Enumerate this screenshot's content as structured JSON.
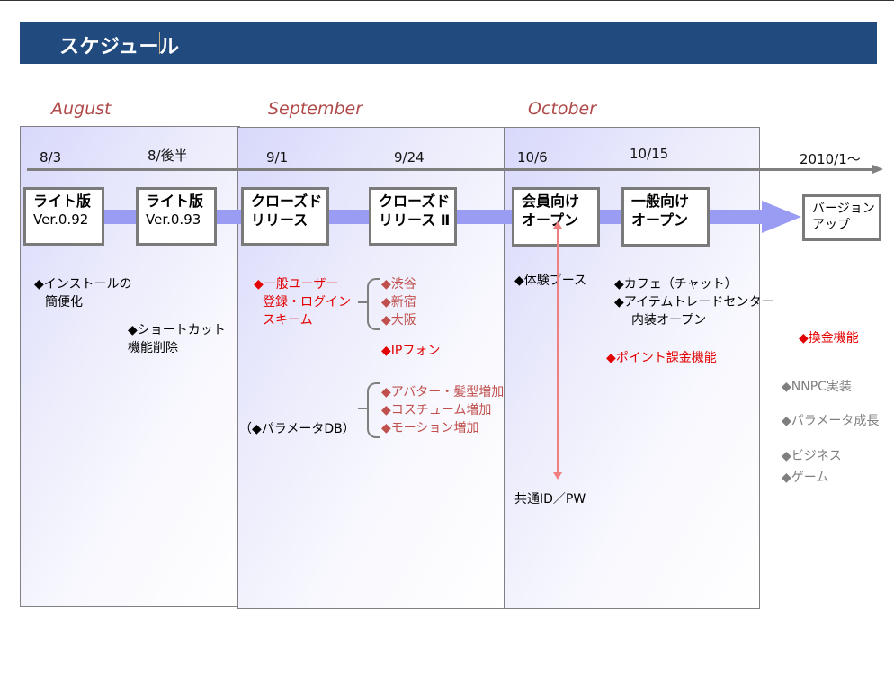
{
  "title": "スケジュール",
  "months": [
    "August",
    "September",
    "October"
  ],
  "dates": [
    "8/3",
    "8/後半",
    "9/1",
    "9/24",
    "10/6",
    "10/15",
    "2010/1〜"
  ],
  "milestones": [
    {
      "line1": "ライト版",
      "line2": "Ver.0.92"
    },
    {
      "line1": "ライト版",
      "line2": "Ver.0.93"
    },
    {
      "line1": "クローズド",
      "line2": "リリース"
    },
    {
      "line1": "クローズド",
      "line2": "リリース Ⅱ"
    },
    {
      "line1": "会員向け",
      "line2": "オープン"
    },
    {
      "line1": "一般向け",
      "line2": "オープン"
    },
    {
      "line1": "バージョン",
      "line2": "アップ"
    }
  ],
  "notes": {
    "august": [
      {
        "text": "◆インストールの",
        "cont": "簡便化"
      },
      {
        "text": "◆ショートカット",
        "cont": "機能削除"
      }
    ],
    "september": {
      "login": {
        "line1": "◆一般ユーザー",
        "line2": "登録・ログイン",
        "line3": "スキーム"
      },
      "locations": [
        "◆渋谷",
        "◆新宿",
        "◆大阪"
      ],
      "ip_phone": "◆IPフォン",
      "param_db": "（◆パラメータDB）",
      "additions": [
        "◆アバター・髪型増加",
        "◆コスチューム増加",
        "◆モーション増加"
      ]
    },
    "october": {
      "booth": "◆体験ブース",
      "cafe": "◆カフェ（チャット）",
      "trade_center": "◆アイテムトレードセンター",
      "trade_center_cont": "内装オープン",
      "point_billing": "◆ポイント課金機能",
      "common_id": "共通ID／PW"
    },
    "future": {
      "exchange": "◆換金機能",
      "items": [
        "◆NNPC実装",
        "◆パラメータ成長",
        "◆ビジネス",
        "◆ゲーム"
      ]
    }
  },
  "colors": {
    "title_bg": "#214a7e",
    "month_text": "#b04a4a",
    "flow_band": "#9a9cf3",
    "red_note": "#e30000",
    "brown_note": "#c0504d",
    "gray_note": "#7f7f7f",
    "link_arrow": "#f08080"
  }
}
